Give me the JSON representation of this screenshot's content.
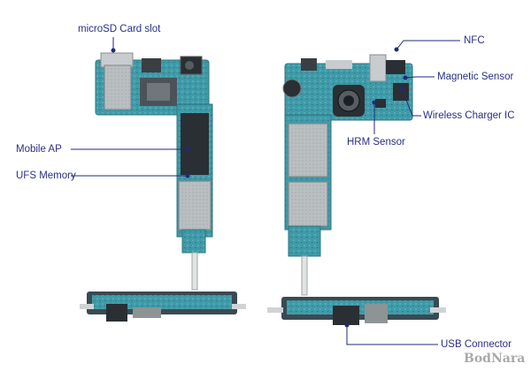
{
  "labels": {
    "microsd": "microSD Card slot",
    "mobile_ap": "Mobile AP",
    "ufs": "UFS Memory",
    "nfc": "NFC",
    "magnetic": "Magnetic Sensor",
    "wireless": "Wireless Charger IC",
    "hrm": "HRM Sensor",
    "usb": "USB Connector"
  },
  "watermark": "BodNara",
  "colors": {
    "label_text": "#2b2f86",
    "leader_line": "#1f2a7a",
    "pcb_teal": "#3f9aa8",
    "shield_silver": "#b9bec1",
    "chip_dark": "#2a2f33"
  }
}
